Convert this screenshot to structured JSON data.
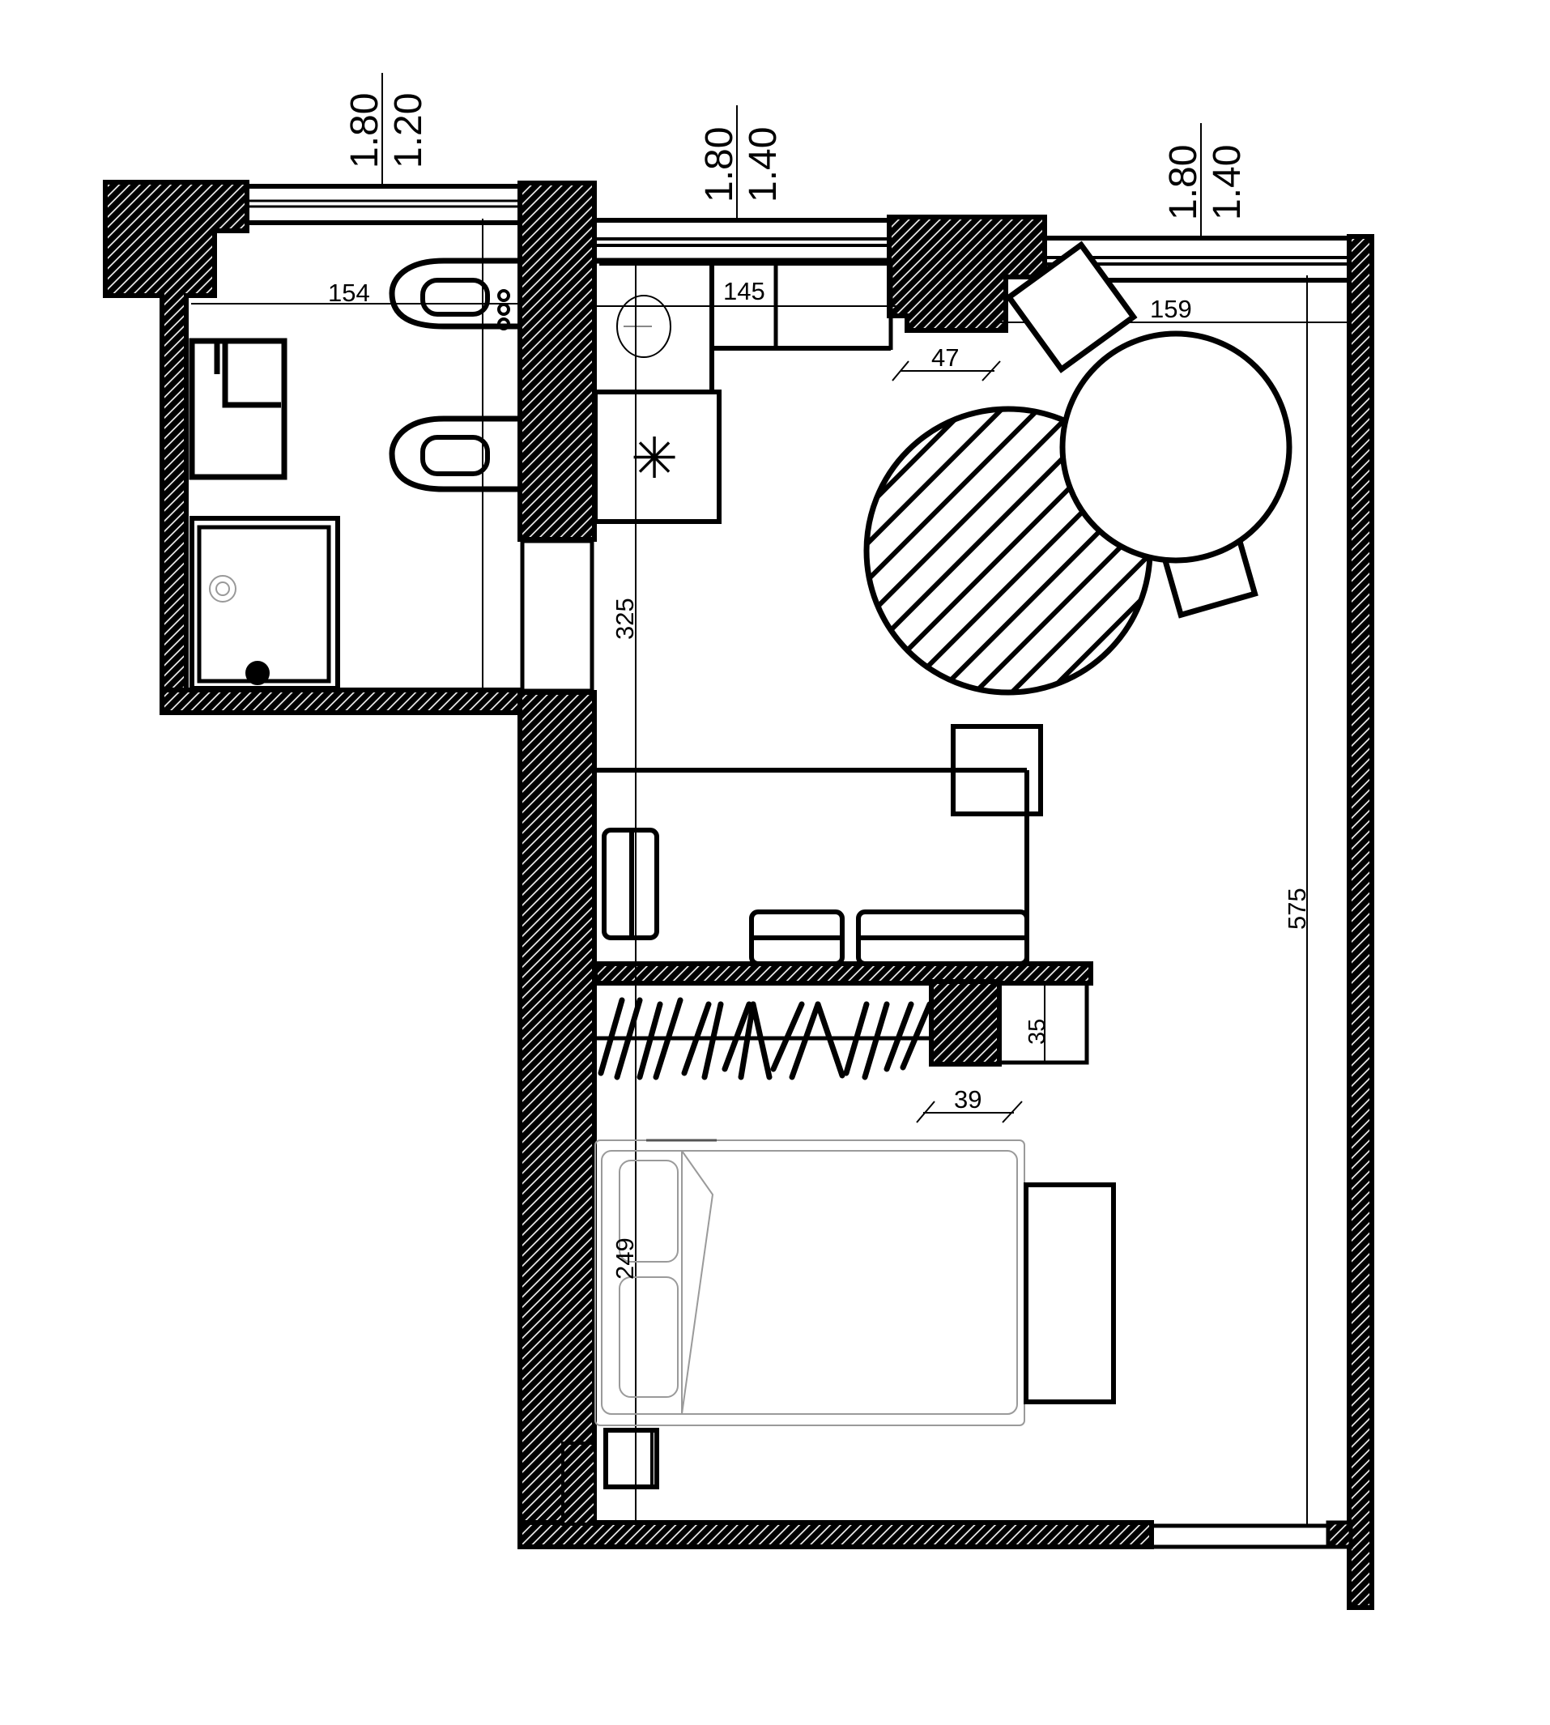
{
  "plan": {
    "type": "apartment floor plan",
    "units": "cm",
    "colors": {
      "wall_fill": "#000000",
      "hatch": "#ffffff",
      "line": "#000000",
      "furniture_light": "#9a9a9a",
      "background": "#ffffff"
    }
  },
  "windows": [
    {
      "id": "bathroom-window",
      "height_label": "1.80",
      "sill_label": "1.20"
    },
    {
      "id": "kitchen-window",
      "height_label": "1.80",
      "sill_label": "1.40"
    },
    {
      "id": "living-window",
      "height_label": "1.80",
      "sill_label": "1.40"
    }
  ],
  "dimensions": {
    "bathroom_width": "154",
    "kitchen_counter": "145",
    "pillar_gap": "47",
    "living_width": "159",
    "kitchen_depth": "325",
    "total_length": "575",
    "pillar_depth": "35",
    "pillar_width": "39",
    "bedroom_depth": "249"
  },
  "symbols": {
    "cooktop": "✳"
  },
  "rooms": [
    {
      "name": "bathroom",
      "fixtures": [
        "washbasin",
        "toilet",
        "bidet",
        "shower"
      ]
    },
    {
      "name": "kitchen",
      "fixtures": [
        "sink",
        "counter",
        "cooktop"
      ]
    },
    {
      "name": "living-dining",
      "fixtures": [
        "round table",
        "2 chairs",
        "round rug",
        "sofa"
      ]
    },
    {
      "name": "bedroom",
      "fixtures": [
        "wardrobe",
        "double bed",
        "nightstand",
        "dresser"
      ]
    }
  ]
}
